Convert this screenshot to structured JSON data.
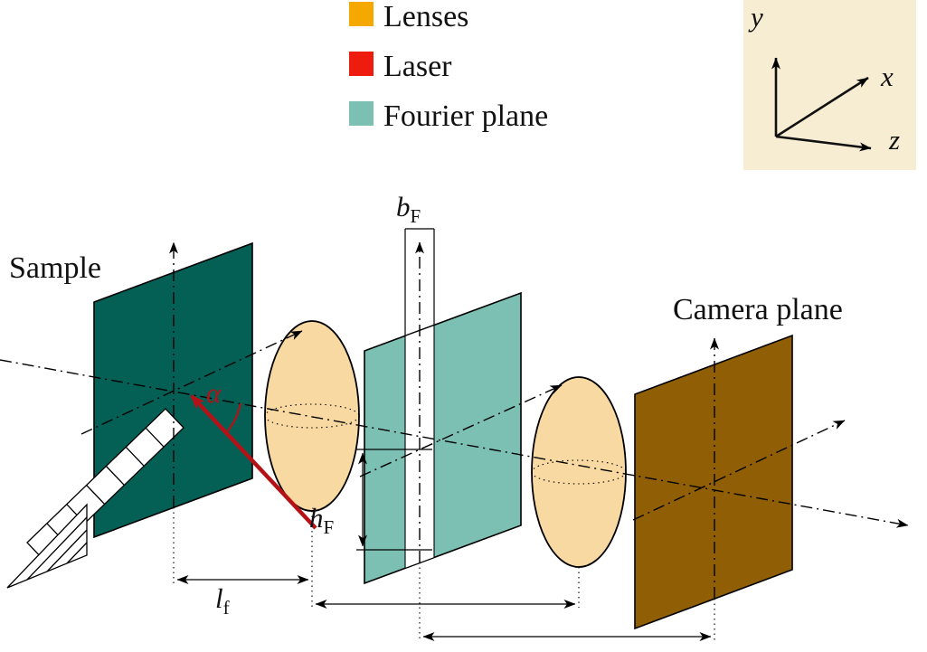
{
  "legend": {
    "items": [
      {
        "name": "lenses",
        "label": "Lenses",
        "color": "#F5A800"
      },
      {
        "name": "laser",
        "label": "Laser",
        "color": "#ED1C0F"
      },
      {
        "name": "fourier-plane",
        "label": "Fourier plane",
        "color": "#7CC0B4"
      }
    ]
  },
  "coordinate_frame": {
    "background": "#F6EDD2",
    "y_label": "y",
    "x_label": "x",
    "z_label": "z"
  },
  "labels": {
    "sample": "Sample",
    "camera_plane": "Camera plane",
    "alpha": "α",
    "slit_width_base": "b",
    "slit_width_sub": "F",
    "slit_height_base": "h",
    "slit_height_sub": "F",
    "lens_distance_base": "l",
    "lens_distance_sub": "f"
  },
  "colors": {
    "sample_plane": "#045F55",
    "fourier_plane": "#7CC0B4",
    "fourier_slit": "#FFFFFF",
    "camera_plane": "#8F5E05",
    "lens_fill": "#F8D9A2",
    "laser": "#B51217",
    "axis": "#000000"
  }
}
